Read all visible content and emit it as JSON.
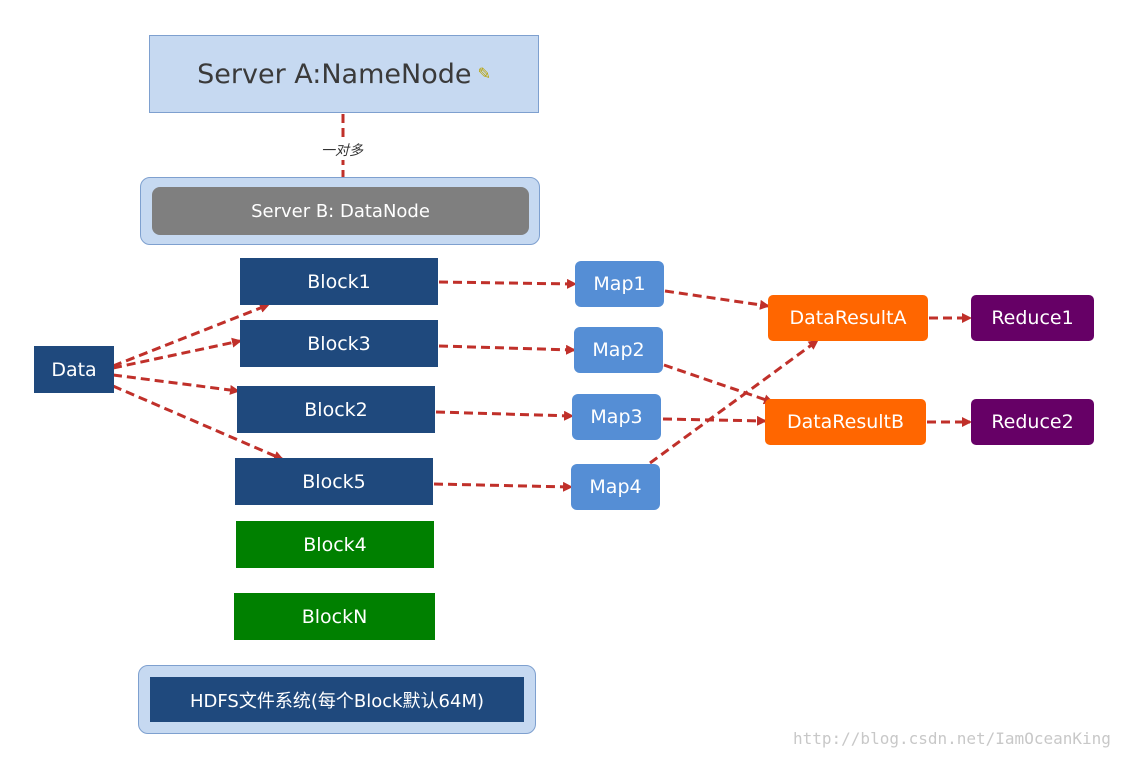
{
  "namenode": {
    "label": "Server A:NameNode",
    "icon": "sparkle-edit-icon"
  },
  "relation_label": "一对多",
  "datanode": {
    "label": "Server B: DataNode"
  },
  "data_node": {
    "label": "Data"
  },
  "blocks": {
    "block1": "Block1",
    "block3": "Block3",
    "block2": "Block2",
    "block5": "Block5",
    "block4": "Block4",
    "blockn": "BlockN"
  },
  "maps": {
    "map1": "Map1",
    "map2": "Map2",
    "map3": "Map3",
    "map4": "Map4"
  },
  "results": {
    "a": "DataResultA",
    "b": "DataResultB"
  },
  "reduces": {
    "r1": "Reduce1",
    "r2": "Reduce2"
  },
  "hdfs": {
    "label": "HDFS文件系统(每个Block默认64M)"
  },
  "watermark": "http://blog.csdn.net/IamOceanKing",
  "colors": {
    "block": "#1f497d",
    "block_idle": "#008000",
    "map": "#558ed5",
    "result": "#ff6600",
    "reduce": "#660066",
    "arrow": "#c0302a",
    "panel": "#c6d9f1",
    "datanode": "#7f7f7f"
  }
}
